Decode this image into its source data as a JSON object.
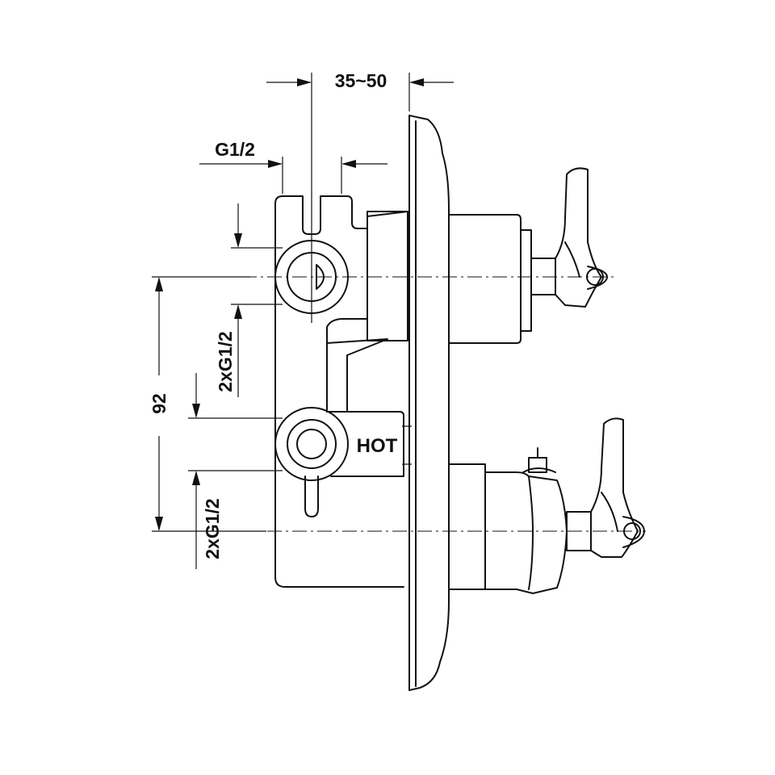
{
  "dimensions": {
    "depth": "35~50",
    "top_thread": "G1/2",
    "left_height": "92",
    "upper_ports": "2xG1/2",
    "lower_ports": "2xG1/2"
  },
  "labels": {
    "hot": "HOT"
  },
  "colors": {
    "line": "#111111",
    "background": "#ffffff"
  }
}
